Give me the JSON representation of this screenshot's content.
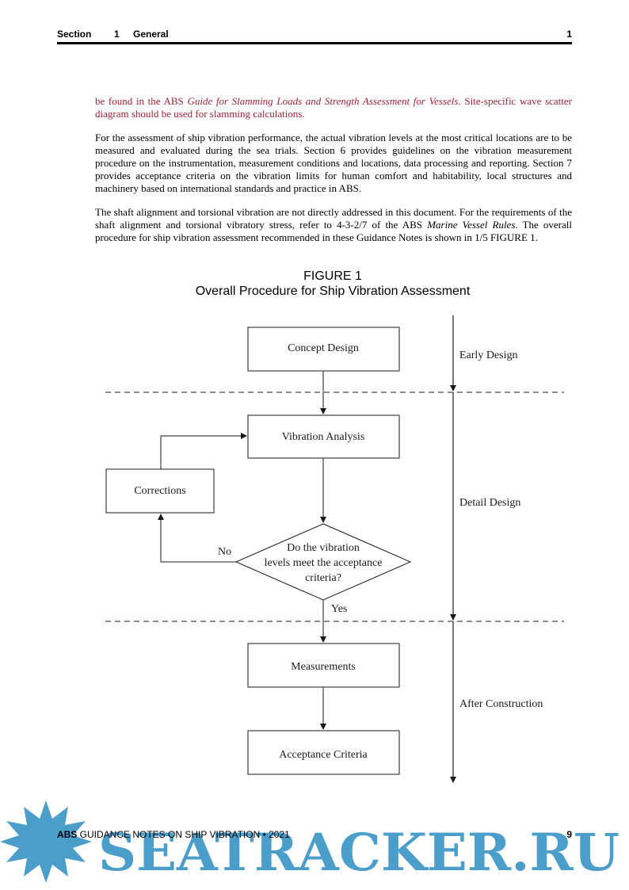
{
  "header": {
    "section_label": "Section",
    "section_number": "1",
    "section_title": "General",
    "page_number": "1"
  },
  "body": {
    "p1_a": "be found in the ABS ",
    "p1_italic": "Guide for Slamming Loads and Strength Assessment for Vessels",
    "p1_b": ". Site-specific wave scatter diagram should be used for slamming calculations.",
    "p2": "For the assessment of ship vibration performance, the actual vibration levels at the most critical locations are to be measured and evaluated during the sea trials. Section 6 provides guidelines on the vibration measurement procedure on the instrumentation, measurement conditions and locations, data processing and reporting. Section 7 provides acceptance criteria on the vibration limits for human comfort and habitability, local structures and machinery based on international standards and practice in ABS.",
    "p3_a": "The shaft alignment and torsional vibration are not directly addressed in this document. For the requirements of the shaft alignment and torsional vibratory stress, refer to 4-3-2/7 of the ABS ",
    "p3_italic": "Marine Vessel Rules",
    "p3_b": ". The overall procedure for ship vibration assessment recommended in these Guidance Notes is shown in 1/5 FIGURE 1."
  },
  "figure": {
    "label": "FIGURE 1",
    "title": "Overall Procedure for Ship Vibration Assessment",
    "boxes": {
      "concept_design": "Concept Design",
      "vibration_analysis": "Vibration Analysis",
      "corrections": "Corrections",
      "measurements": "Measurements",
      "acceptance_criteria": "Acceptance Criteria"
    },
    "decision": {
      "line1": "Do the vibration",
      "line2": "levels meet the acceptance",
      "line3": "criteria?"
    },
    "no_label": "No",
    "yes_label": "Yes",
    "phases": {
      "early": "Early Design",
      "detail": "Detail Design",
      "after": "After Construction"
    }
  },
  "footer": {
    "abs": "ABS",
    "title": " GUIDANCE NOTES ON SHIP VIBRATION • 2021",
    "page_number": "9"
  },
  "watermark": {
    "text": "SEATRACKER.RU",
    "color": "#4a9ec9"
  }
}
